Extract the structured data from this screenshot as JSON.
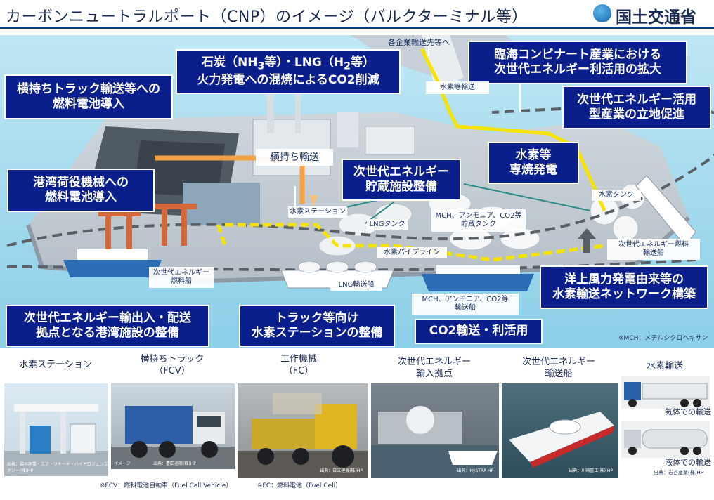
{
  "header": {
    "title": "カーボンニュートラルポート（CNP）のイメージ（バルクターミナル等）",
    "logo_text": "国土交通省"
  },
  "callouts": {
    "yokomochi_truck": "横持ちトラック輸送等への\n燃料電池導入",
    "coal_lng_line1": "石炭（NH",
    "coal_lng_sub1": "3",
    "coal_lng_line1b": "等）・LNG（H",
    "coal_lng_sub2": "2",
    "coal_lng_line1c": "等）",
    "coal_lng_line2": "火力発電への混焼によるCO2削減",
    "rinkai": "臨海コンビナート産業における\n次世代エネルギー利活用の拡大",
    "industry": "次世代エネルギー活用\n型産業の立地促進",
    "cargo_handling": "港湾荷役機械への\n燃料電池導入",
    "storage": "次世代エネルギー\n貯蔵施設整備",
    "hydrogen_power": "水素等\n専焼発電",
    "offshore_wind": "洋上風力発電由来等の\n水素輸送ネットワーク構築",
    "port_facility": "次世代エネルギー輸出入・配送\n拠点となる港湾施設の整備",
    "h2_station": "トラック等向け\n水素ステーションの整備",
    "co2": "CO2輸送・利活用"
  },
  "labels": {
    "yokomochi": "横持ち輸送",
    "company_transport": "各企業輸送先等へ",
    "pipeline_transport": "水素等輸送",
    "h2_station": "水素ステーション",
    "lng_tank": "LNGタンク",
    "mch_tank": "MCH、アンモニア、CO2等\n貯蔵タンク",
    "h2_tank": "水素タンク",
    "h2_pipeline": "水素パイプライン",
    "next_gen_ship_left": "次世代エネルギー\n燃料船",
    "lng_ship": "LNG輸送船",
    "mch_ship": "MCH、アンモニア、CO2等\n輸送船",
    "next_gen_fuel_ship_right": "次世代エネルギー燃料\n輸送船",
    "mch_note": "※MCH：メチルシクロヘキサン"
  },
  "photos": [
    {
      "title": "水素ステーション",
      "credit": "出典：岩谷産業・エア・リキード・ハイドロジェンエナジー(株)HP"
    },
    {
      "title": "横持ちトラック\n（FCV）",
      "credit": "出典：豊田通商(株)HP",
      "image_tag": "イメージ"
    },
    {
      "title": "工作機械\n（FC）",
      "credit": "出典：日立建機(株)HP"
    },
    {
      "title": "次世代エネルギー\n輸入拠点",
      "credit": "出典：HySTRA HP"
    },
    {
      "title": "次世代エネルギー\n輸送船",
      "credit": "出典：川崎重工(株) HP"
    },
    {
      "title": "水素輸送",
      "sub1": "気体での輸送",
      "sub2": "液体での輸送",
      "credit": "出典：岩谷産業(株)HP"
    }
  ],
  "footnotes": {
    "fcv": "※FCV：燃料電池自動車（Fuel Cell Vehicle）",
    "fc": "※FC：燃料電池（Fuel Cell）"
  },
  "colors": {
    "callout_bg": "#0b1f8c",
    "header_rule": "#0a3d8a",
    "sea": "#9fd8ee",
    "hydrogen_route": "#f5e400",
    "truck_route": "#f5a043"
  }
}
